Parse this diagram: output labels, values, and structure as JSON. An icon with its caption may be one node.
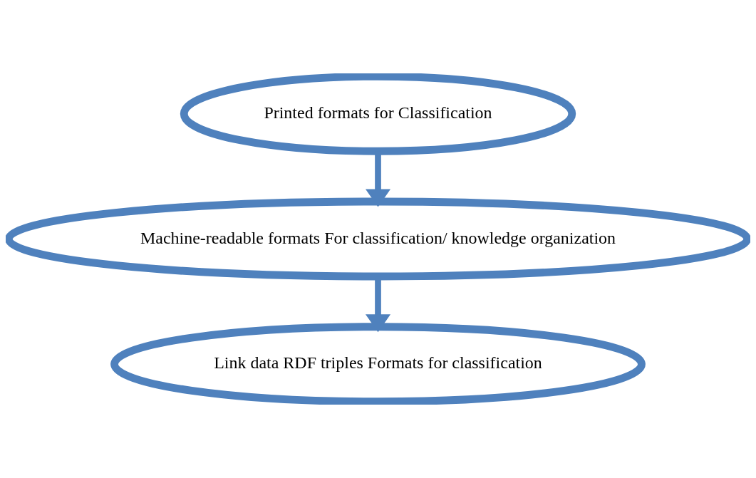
{
  "diagram": {
    "nodes": [
      {
        "text": [
          "Printed formats for Classification"
        ]
      },
      {
        "text": [
          "Machine-readable formats For classification/ knowledge organization"
        ]
      },
      {
        "text": [
          "Link data RDF triples Formats for classification"
        ]
      }
    ],
    "edges": [
      {
        "from": 0,
        "to": 1,
        "arrow": "to"
      },
      {
        "from": 1,
        "to": 2,
        "arrow": "to"
      }
    ]
  }
}
